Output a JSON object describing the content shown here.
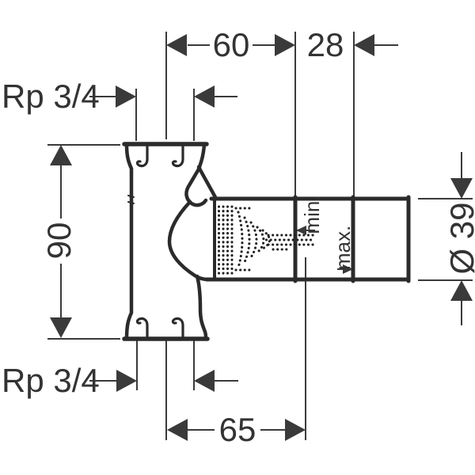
{
  "diagram": {
    "kind": "technical-dimension-drawing",
    "dimensions": {
      "top_width": "60",
      "top_offset": "28",
      "thread_top": "Rp 3/4",
      "thread_bottom": "Rp 3/4",
      "body_height": "90",
      "bottom_width": "65",
      "housing_diameter": "Ø 39",
      "depth_min": "min.",
      "depth_max": "max."
    },
    "colors": {
      "outline": "#2b2b2b",
      "dimension_line": "#3a3a3a",
      "text": "#333333",
      "background": "#ffffff"
    }
  }
}
